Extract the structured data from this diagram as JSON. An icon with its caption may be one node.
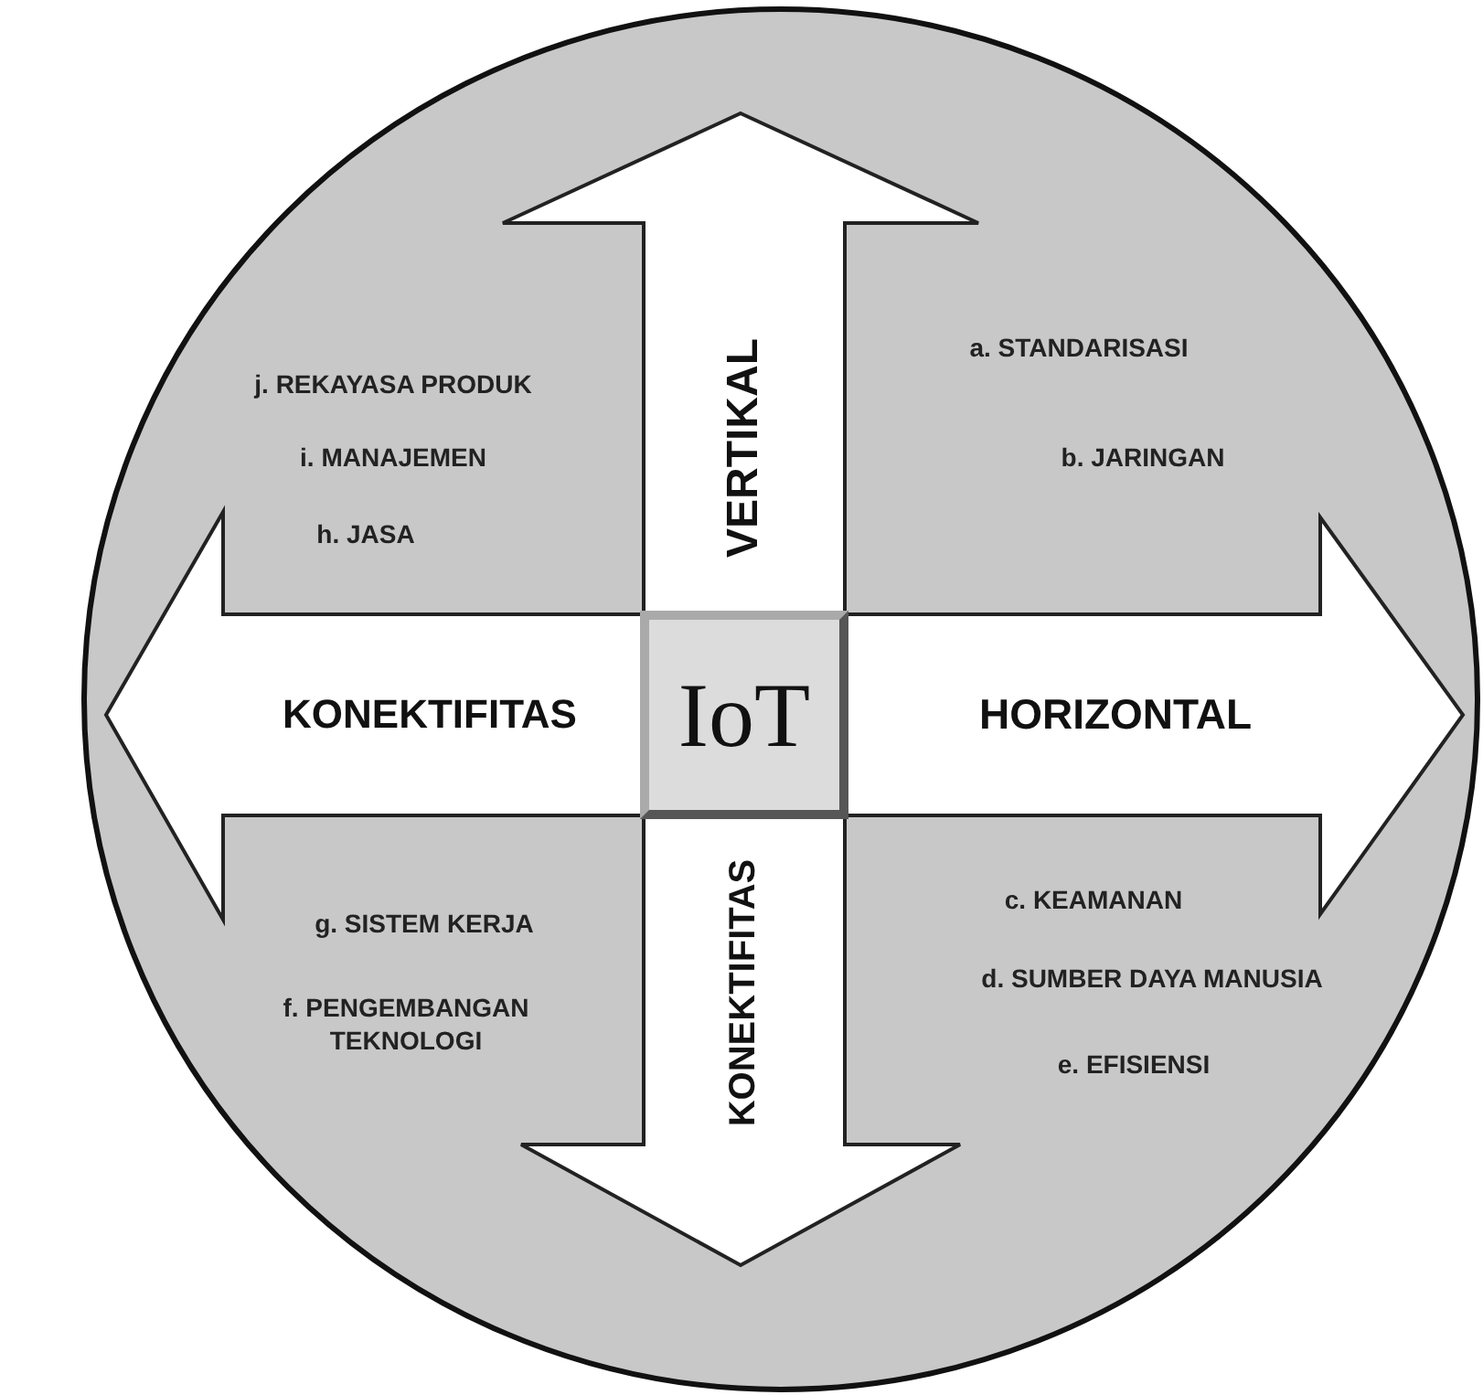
{
  "diagram": {
    "nodes": [
      {
        "text": [],
        "shape": "circle"
      },
      {
        "text": [
          "VERTIKAL",
          "KONEKTIFITAS"
        ],
        "in": 0
      },
      {
        "text": [
          "KONEKTIFITAS",
          "HORIZONTAL"
        ],
        "in": 0
      },
      {
        "text": [
          "IoT"
        ]
      }
    ],
    "labels": [
      "a. STANDARISASI",
      "j. REKAYASA PRODUK",
      "i. MANAJEMEN",
      "b. JARINGAN",
      "h. JASA",
      "c. KEAMANAN",
      "g. SISTEM KERJA",
      "d. SUMBER DAYA MANUSIA",
      "f. PENGEMBANGAN TEKNOLOGI",
      "e. EFISIENSI"
    ]
  }
}
